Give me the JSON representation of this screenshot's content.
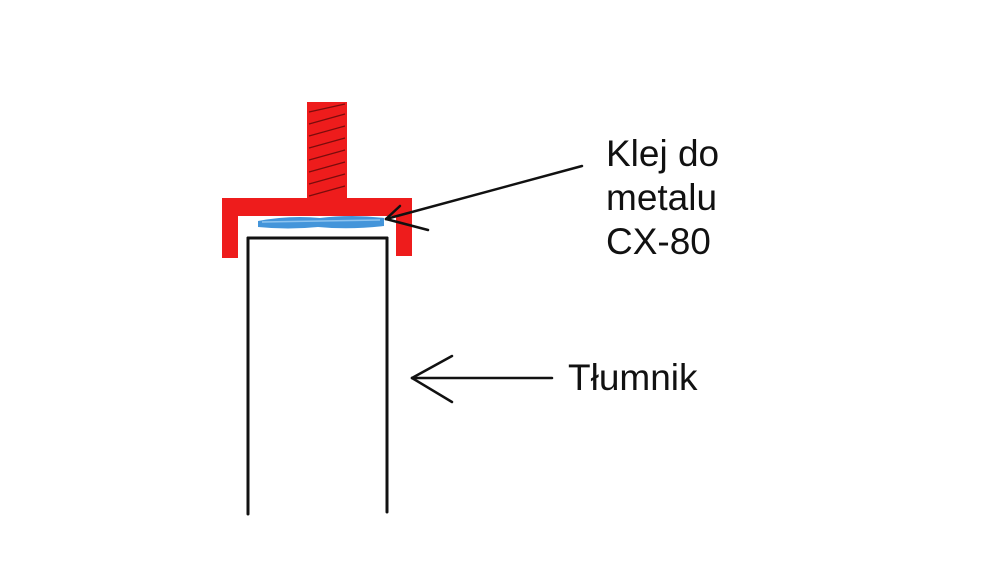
{
  "labels": {
    "glue": [
      "Klej do",
      "metalu",
      "CX-80"
    ],
    "muffler": "Tłumnik"
  },
  "colors": {
    "cap": "#ee1c1c",
    "adhesive": "#3a8fd8",
    "line": "#111111",
    "background": "#ffffff"
  }
}
